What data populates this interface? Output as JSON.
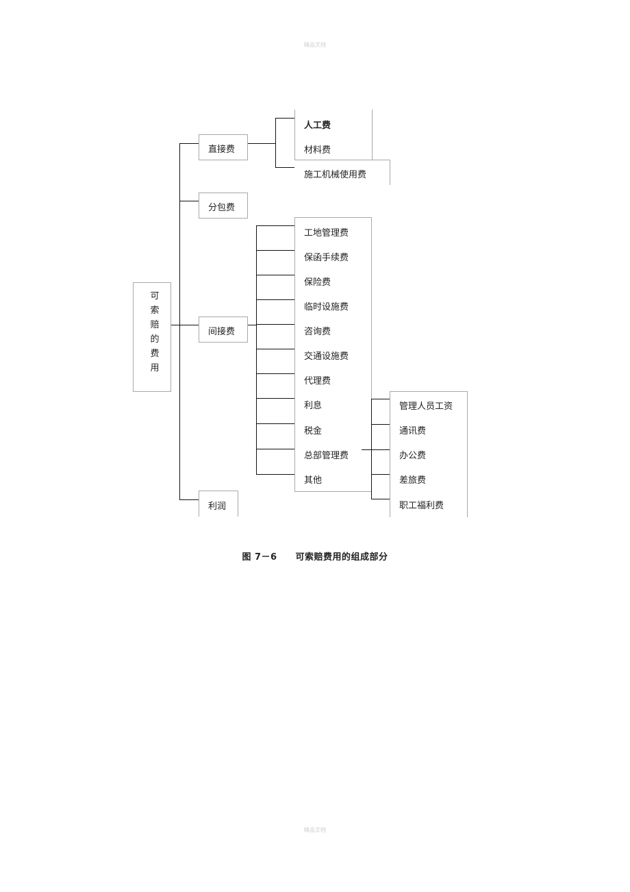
{
  "watermark_top": "精品文档",
  "watermark_bottom": "精品文档",
  "root_label": "可索赔的费用",
  "level1": {
    "direct": "直接费",
    "subcontract": "分包费",
    "indirect": "间接费",
    "profit": "利润"
  },
  "direct_items": [
    "人工费",
    "材料费",
    "施工机械使用费"
  ],
  "indirect_items": [
    "工地管理费",
    "保函手续费",
    "保险费",
    "临时设施费",
    "咨询费",
    "交通设施费",
    "代理费",
    "利息",
    "税金",
    "总部管理费",
    "其他"
  ],
  "hq_items": [
    "管理人员工资",
    "通讯费",
    "办公费",
    "差旅费",
    "职工福利费"
  ],
  "caption": "图 7－6　　可索赔费用的组成部分"
}
